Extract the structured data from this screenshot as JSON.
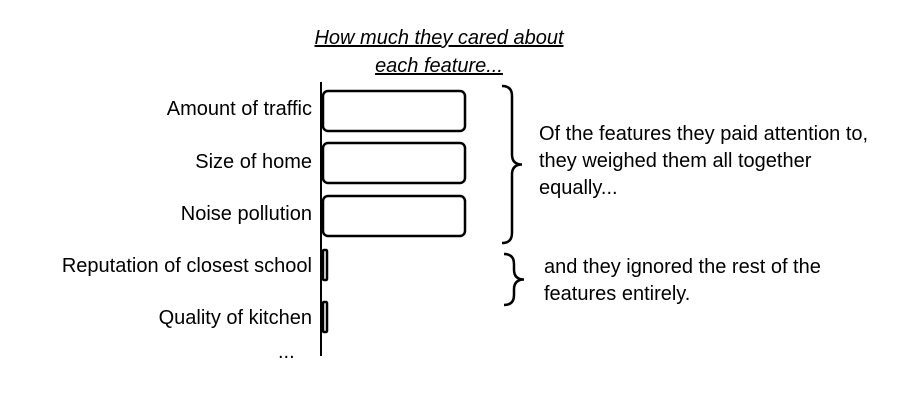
{
  "chart_data": {
    "type": "bar",
    "orientation": "horizontal",
    "title_lines": [
      "How much they cared about",
      "each feature..."
    ],
    "categories": [
      "Amount of traffic",
      "Size of home",
      "Noise pollution",
      "Reputation of closest school",
      "Quality of kitchen"
    ],
    "values": [
      1,
      1,
      1,
      0,
      0
    ],
    "ellipsis": "...",
    "grid": false,
    "annotations": [
      {
        "text": "Of the features they paid attention to, they weighed them all together equally...",
        "groups": [
          0,
          1,
          2
        ]
      },
      {
        "text": "and they ignored the rest of the features entirely.",
        "groups": [
          3,
          4
        ]
      }
    ]
  }
}
